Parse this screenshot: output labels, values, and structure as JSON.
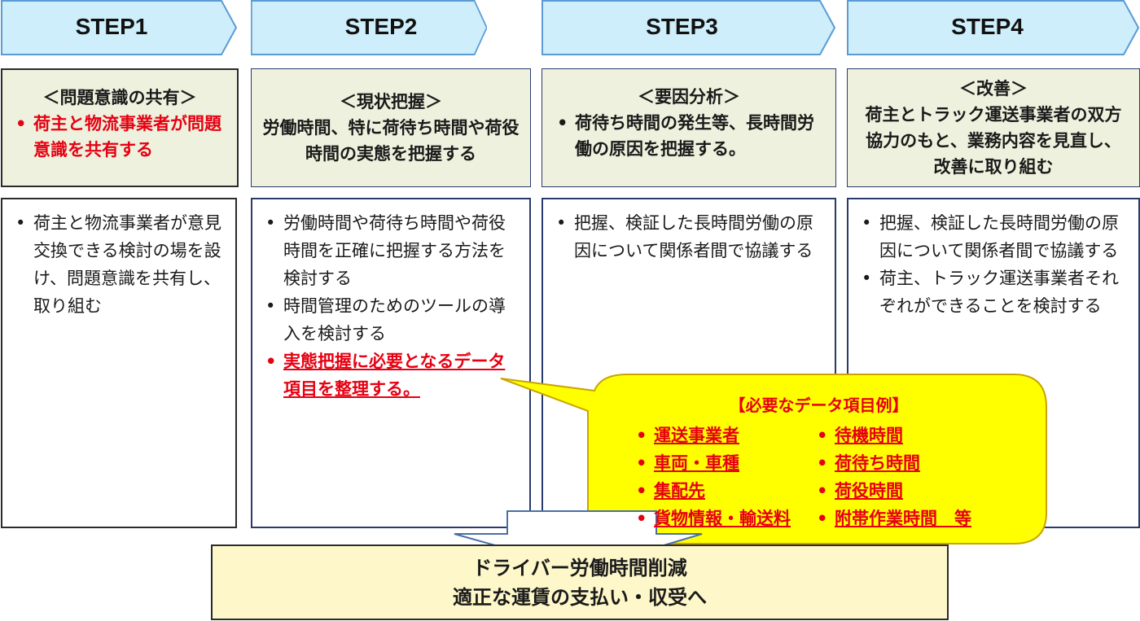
{
  "steps": [
    {
      "label": "STEP1",
      "summary_head": "＜問題意識の共有＞",
      "summary_bullet": "荷主と物流事業者が問題意識を共有する",
      "details": [
        "荷主と物流事業者が意見交換できる検討の場を設け、問題意識を共有し、取り組む"
      ]
    },
    {
      "label": "STEP2",
      "summary_head": "＜現状把握＞",
      "summary_body": "労働時間、特に荷待ち時間や荷役時間の実態を把握する",
      "details": [
        "労働時間や荷待ち時間や荷役時間を正確に把握する方法を検討する",
        "時間管理のためのツールの導入を検討する"
      ],
      "detail_highlight": "実態把握に必要となるデータ項目を整理する。"
    },
    {
      "label": "STEP3",
      "summary_head": "＜要因分析＞",
      "summary_bullet": "荷待ち時間の発生等、長時間労働の原因を把握する。",
      "details": [
        "把握、検証した長時間労働の原因について関係者間で協議する"
      ]
    },
    {
      "label": "STEP4",
      "summary_head": "＜改善＞",
      "summary_body": "荷主とトラック運送事業者の双方協力のもと、業務内容を見直し、改善に取り組む",
      "details": [
        "把握、検証した長時間労働の原因について関係者間で協議する",
        "荷主、トラック運送事業者それぞれができることを検討する"
      ]
    }
  ],
  "callout": {
    "title": "【必要なデータ項目例】",
    "left_items": [
      "運送事業者",
      "車両・車種",
      "集配先",
      "貨物情報・輸送料"
    ],
    "right_items": [
      "待機時間",
      "荷待ち時間",
      "荷役時間",
      "附帯作業時間　等"
    ]
  },
  "result": {
    "line1": "ドライバー労働時間削減",
    "line2": "適正な運賃の支払い・収受へ"
  },
  "colors": {
    "chevron_fill": "#cdeefa",
    "chevron_stroke": "#5b9bd5",
    "summary_fill": "#edf1dd",
    "callout_fill": "#ffff00",
    "callout_stroke": "#c9a400",
    "result_fill": "#fdf7c9",
    "highlight_red": "#e60012"
  }
}
